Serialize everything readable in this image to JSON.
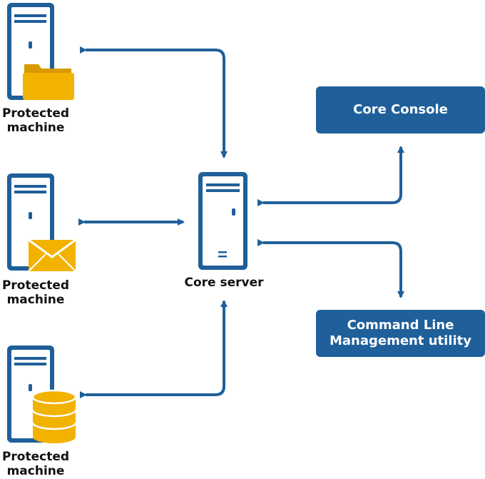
{
  "protected_machines": [
    {
      "label_line1": "Protected",
      "label_line2": "machine",
      "badge": "folder-icon"
    },
    {
      "label_line1": "Protected",
      "label_line2": "machine",
      "badge": "mail-icon"
    },
    {
      "label_line1": "Protected",
      "label_line2": "machine",
      "badge": "database-icon"
    }
  ],
  "core_server": {
    "label": "Core server"
  },
  "core_console": {
    "label": "Core Console"
  },
  "cli_utility": {
    "label_line1": "Command Line",
    "label_line2": "Management utility"
  },
  "colors": {
    "blue": "#1f5f9a",
    "gold": "#f2b200",
    "gold_dark": "#d99a00",
    "text": "#111111"
  }
}
